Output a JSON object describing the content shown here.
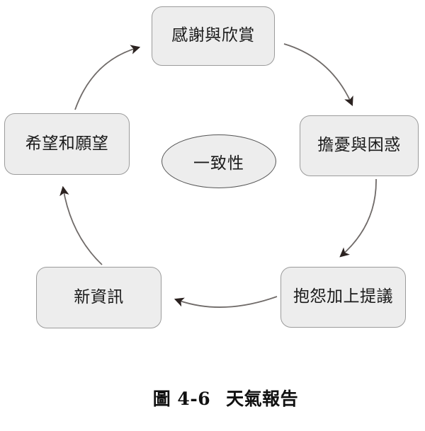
{
  "figure": {
    "caption_number": "圖 4-6",
    "caption_title": "天氣報告",
    "caption_full": "圖 4-6　天氣報告"
  },
  "diagram": {
    "type": "cycle",
    "center": {
      "id": "congruence",
      "label": "一致性",
      "shape": "ellipse",
      "fill": "#ededed",
      "stroke": "#555555"
    },
    "nodes": [
      {
        "id": "gratitude",
        "label": "感謝與欣賞",
        "position": "top",
        "fill": "#ededed",
        "stroke": "#9b9b9b"
      },
      {
        "id": "worry",
        "label": "擔憂與困惑",
        "position": "right",
        "fill": "#ededed",
        "stroke": "#9b9b9b"
      },
      {
        "id": "complaint",
        "label": "抱怨加上提議",
        "position": "bottom-right",
        "fill": "#ededed",
        "stroke": "#9b9b9b"
      },
      {
        "id": "newinfo",
        "label": "新資訊",
        "position": "bottom-left",
        "fill": "#ededed",
        "stroke": "#9b9b9b"
      },
      {
        "id": "hopes",
        "label": "希望和願望",
        "position": "left",
        "fill": "#ededed",
        "stroke": "#9b9b9b"
      }
    ],
    "arrows": [
      {
        "id": "arrow-gratitude-to-worry",
        "from": "gratitude",
        "to": "worry",
        "name": "curved-arrow-down-right"
      },
      {
        "id": "arrow-worry-to-complaint",
        "from": "worry",
        "to": "complaint",
        "name": "curved-arrow-down"
      },
      {
        "id": "arrow-complaint-to-newinfo",
        "from": "complaint",
        "to": "newinfo",
        "name": "curved-arrow-left"
      },
      {
        "id": "arrow-newinfo-to-hopes",
        "from": "newinfo",
        "to": "hopes",
        "name": "curved-arrow-up"
      },
      {
        "id": "arrow-hopes-to-gratitude",
        "from": "hopes",
        "to": "gratitude",
        "name": "curved-arrow-up-right"
      }
    ],
    "arrow_color": "#2b2220",
    "background": "#ffffff"
  }
}
